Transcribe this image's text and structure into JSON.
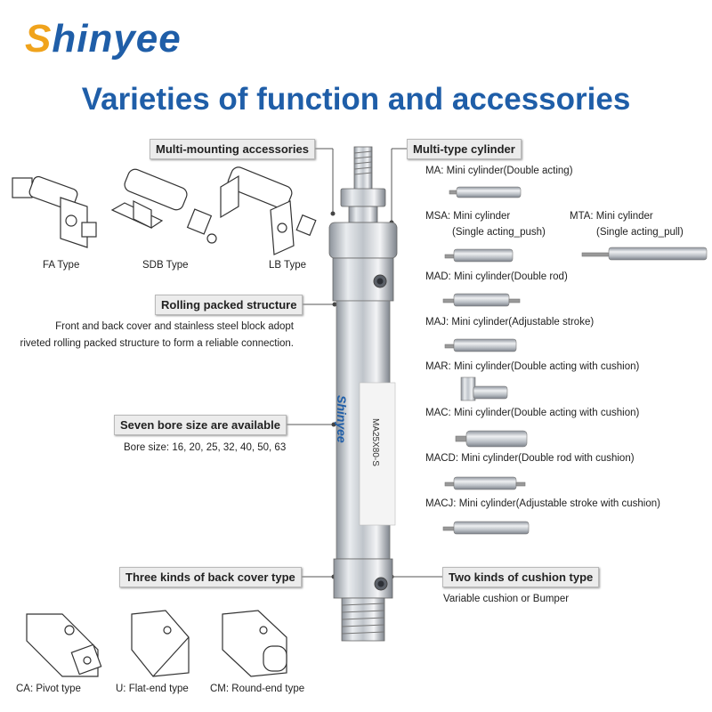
{
  "brand": {
    "logo_first": "S",
    "logo_rest": "hinyee",
    "label_logo": "Shinyee"
  },
  "headline": "Varieties of function and accessories",
  "left": {
    "mounting": {
      "title": "Multi-mounting accessories",
      "types": [
        "FA Type",
        "SDB Type",
        "LB Type"
      ]
    },
    "rolling": {
      "title": "Rolling packed structure",
      "desc_line1": "Front and back cover and stainless steel block adopt",
      "desc_line2": "riveted rolling packed structure to form a reliable connection."
    },
    "bore": {
      "title": "Seven bore size are available",
      "desc": "Bore size: 16, 20, 25, 32, 40, 50, 63"
    },
    "back_cover": {
      "title": "Three kinds of back cover type",
      "types": [
        "CA: Pivot type",
        "U: Flat-end type",
        "CM: Round-end type"
      ]
    }
  },
  "cylinder_label": {
    "brand": "Shinyee",
    "model": "MA25X80-S"
  },
  "right": {
    "multi_type": {
      "title": "Multi-type cylinder",
      "items": [
        {
          "line1": "MA: Mini cylinder(Double acting)",
          "line2": ""
        },
        {
          "line1": "MSA: Mini cylinder",
          "line2": "(Single acting_push)"
        },
        {
          "line1": "MTA: Mini cylinder",
          "line2": "(Single acting_pull)"
        },
        {
          "line1": "MAD: Mini cylinder(Double rod)",
          "line2": ""
        },
        {
          "line1": "MAJ: Mini cylinder(Adjustable stroke)",
          "line2": ""
        },
        {
          "line1": "MAR: Mini cylinder(Double acting with cushion)",
          "line2": ""
        },
        {
          "line1": "MAC: Mini cylinder(Double acting with cushion)",
          "line2": ""
        },
        {
          "line1": "MACD: Mini cylinder(Double rod with cushion)",
          "line2": ""
        },
        {
          "line1": "MACJ: Mini cylinder(Adjustable stroke with cushion)",
          "line2": ""
        }
      ]
    },
    "cushion": {
      "title": "Two kinds of cushion type",
      "desc": "Variable cushion or Bumper"
    }
  },
  "colors": {
    "brand_blue": "#1f5ea8",
    "brand_orange": "#f0a31c",
    "steel": "#c8ccd2"
  }
}
